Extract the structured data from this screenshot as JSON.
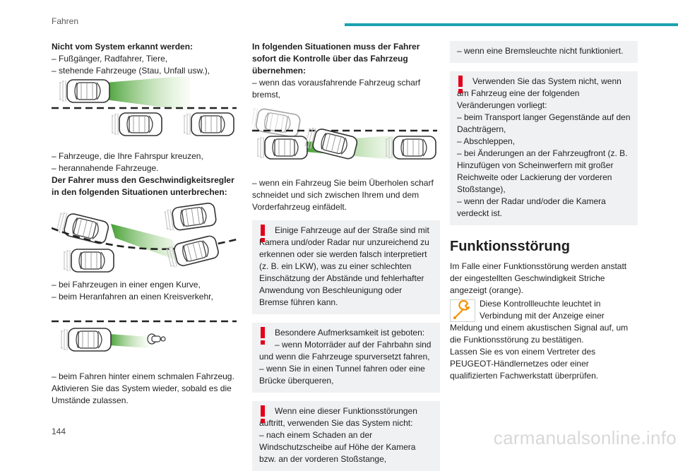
{
  "header": {
    "title": "Fahren",
    "accent": "#1aa3b0"
  },
  "col1": {
    "p1": "Nicht vom System erkannt werden:",
    "p2": "– Fußgänger, Radfahrer, Tiere,",
    "p3": "– stehende Fahrzeuge (Stau, Unfall usw.),",
    "p4": "– Fahrzeuge, die Ihre Fahrspur kreuzen,",
    "p5": "– herannahende Fahrzeuge.",
    "p6": "Der Fahrer muss den Geschwindigkeitsregler in den folgenden Situationen unterbrechen:",
    "p7": "– bei Fahrzeugen in einer engen Kurve,",
    "p8": "– beim Heranfahren an einen Kreisverkehr,",
    "p9": "– beim Fahren hinter einem schmalen Fahrzeug.",
    "p10": "Aktivieren Sie das System wieder, sobald es die Umstände zulassen."
  },
  "col2": {
    "p1": "In folgenden Situationen muss der Fahrer sofort die Kontrolle über das Fahrzeug übernehmen:",
    "p2": "– wenn das vorausfahrende Fahrzeug scharf bremst,",
    "p3": "– wenn ein Fahrzeug Sie beim Überholen scharf schneidet und sich zwischen Ihrem und dem Vorderfahrzeug einfädelt.",
    "w1": "Einige Fahrzeuge auf der Straße sind mit Kamera und/oder Radar nur unzureichend zu erkennen oder sie werden falsch interpretiert (z. B. ein LKW), was zu einer schlechten Einschätzung der Abstände und fehlerhafter Anwendung von Beschleunigung oder Bremse führen kann.",
    "w2a": "Besondere Aufmerksamkeit ist geboten:",
    "w2b": "– wenn Motorräder auf der Fahrbahn sind und wenn die Fahrzeuge spurversetzt fahren,",
    "w2c": "– wenn Sie in einen Tunnel fahren oder eine Brücke überqueren,",
    "w3a": "Wenn eine dieser Funktionsstörungen auftritt, verwenden Sie das System nicht:",
    "w3b": "– nach einem Schaden an der Windschutzscheibe auf Höhe der Kamera bzw. an der vorderen Stoßstange,"
  },
  "col3": {
    "w1": "– wenn eine Bremsleuchte nicht funktioniert.",
    "w2a": "Verwenden Sie das System nicht, wenn am Fahrzeug eine der folgenden Veränderungen vorliegt:",
    "w2b": "– beim Transport langer Gegenstände auf den Dachträgern,",
    "w2c": "– Abschleppen,",
    "w2d": "– bei Änderungen an der Fahrzeugfront (z. B. Hinzufügen von Scheinwerfern mit großer Reichweite oder Lackierung der vorderen Stoßstange),",
    "w2e": "– wenn der Radar und/oder die Kamera verdeckt ist.",
    "section": "Funktionsstörung",
    "p1": "Im Falle einer Funktionsstörung werden anstatt der eingestellten Geschwindigkeit Striche angezeigt (orange).",
    "p2": "Diese Kontrollleuchte leuchtet in Verbindung mit der Anzeige einer Meldung und einem akustischen Signal auf, um die Funktionsstörung zu bestätigen.",
    "p3": "Lassen Sie es von einem Vertreter des PEUGEOT-Händlernetzes oder einer qualifizierten Fachwerkstatt überprüfen."
  },
  "colors": {
    "warning": "#e2001a",
    "beam": "#5aa832",
    "lane": "#1f1f1f",
    "panel": "#f0f1f2",
    "lamp": "#f39200"
  },
  "icons": {
    "warning": "exclamation-icon",
    "lamp": "wrench-warning-icon"
  },
  "footer": {
    "page": "144",
    "watermark": "carmanualsonline.info"
  }
}
